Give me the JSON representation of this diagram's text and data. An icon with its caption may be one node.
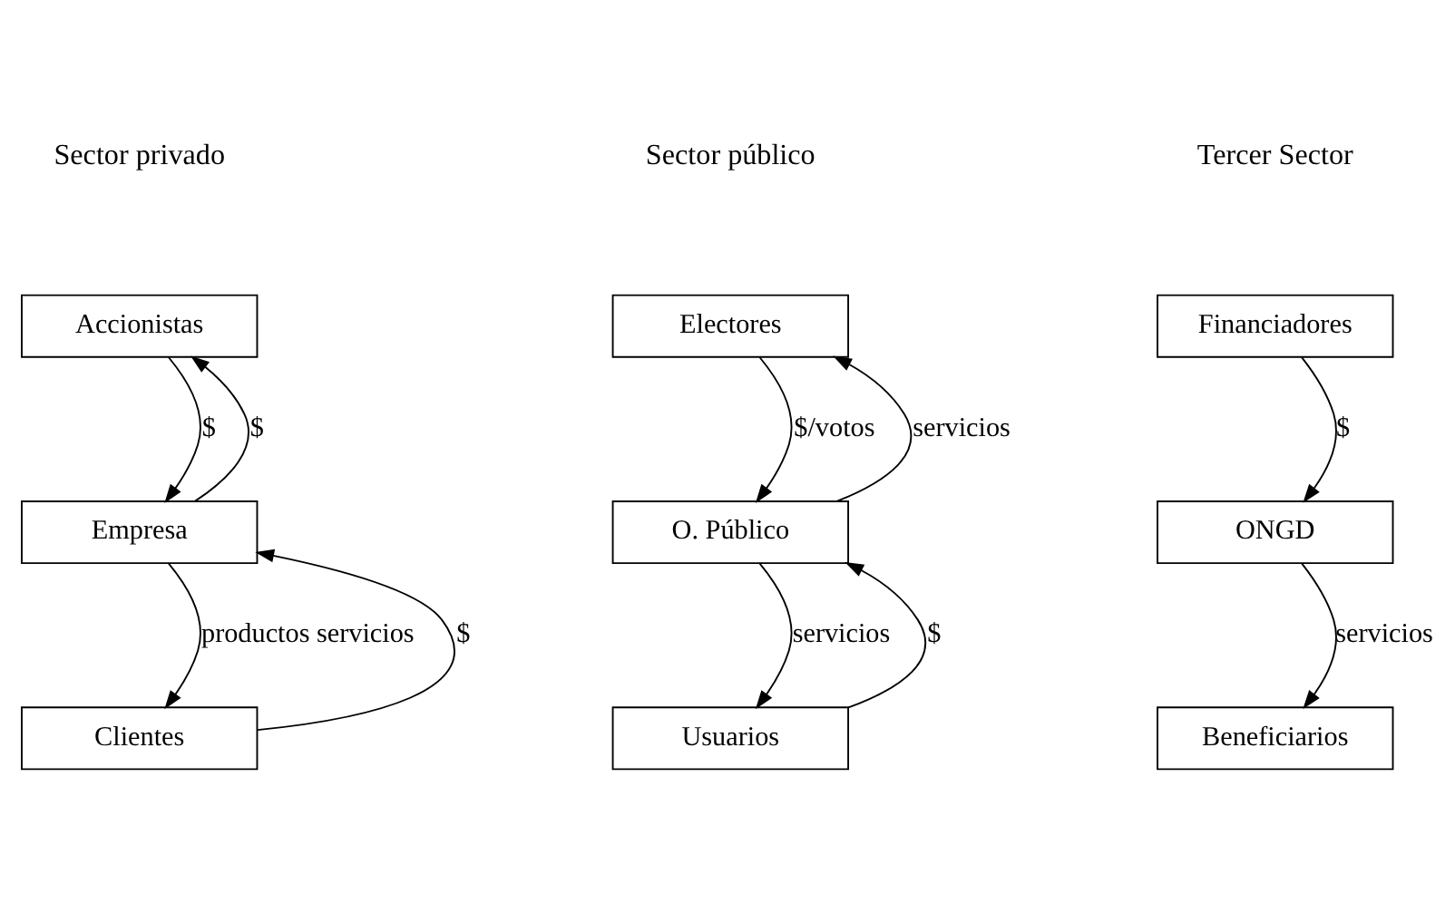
{
  "diagram": {
    "nodes": [
      {
        "text": [
          "Accionistas"
        ]
      },
      {
        "text": [
          "Empresa"
        ]
      },
      {
        "text": [
          "Clientes"
        ]
      },
      {
        "text": [
          "Electores"
        ]
      },
      {
        "text": [
          "O. Público"
        ]
      },
      {
        "text": [
          "Usuarios"
        ]
      },
      {
        "text": [
          "Financiadores"
        ]
      },
      {
        "text": [
          "ONGD"
        ]
      },
      {
        "text": [
          "Beneficiarios"
        ]
      }
    ],
    "edges": [
      {
        "from": 0,
        "to": 1,
        "arrow": "to",
        "label": "$"
      },
      {
        "from": 1,
        "to": 0,
        "arrow": "to",
        "label": "$"
      },
      {
        "from": 1,
        "to": 2,
        "arrow": "to",
        "label": "productos servicios"
      },
      {
        "from": 2,
        "to": 1,
        "arrow": "to",
        "label": "$"
      },
      {
        "from": 3,
        "to": 4,
        "arrow": "to",
        "label": "$/votos"
      },
      {
        "from": 4,
        "to": 3,
        "arrow": "to",
        "label": "servicios"
      },
      {
        "from": 4,
        "to": 5,
        "arrow": "to",
        "label": "servicios"
      },
      {
        "from": 5,
        "to": 4,
        "arrow": "to",
        "label": "$"
      },
      {
        "from": 6,
        "to": 7,
        "arrow": "to",
        "label": "$"
      },
      {
        "from": 7,
        "to": 8,
        "arrow": "to",
        "label": "servicios"
      }
    ],
    "labels": [
      "Sector privado",
      "Sector público",
      "Tercer Sector"
    ]
  }
}
